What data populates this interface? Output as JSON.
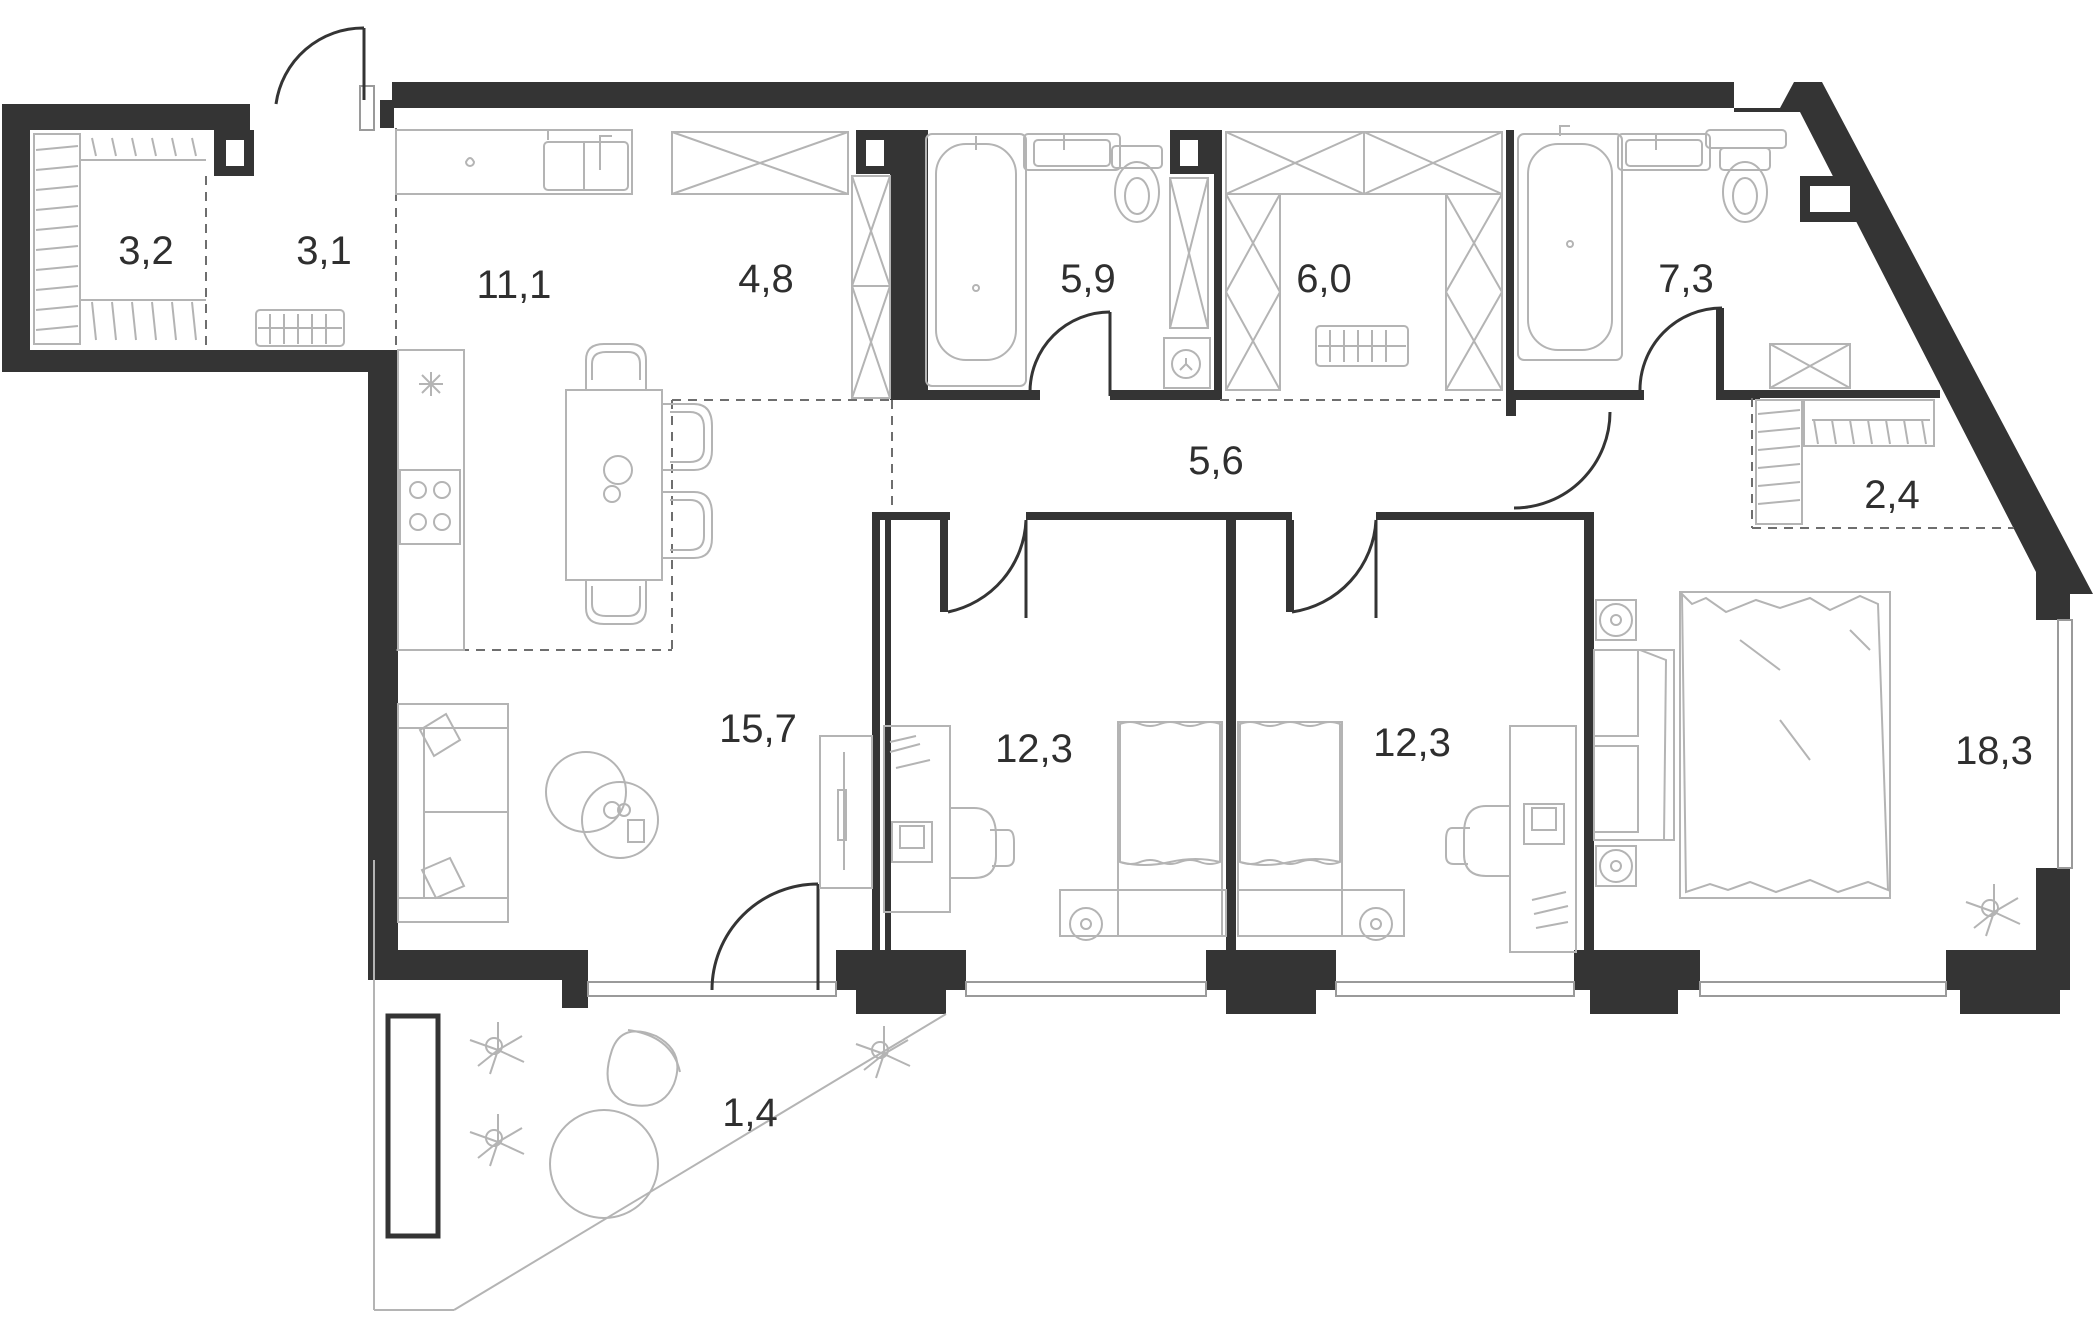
{
  "plan": {
    "rooms": [
      {
        "id": "storage",
        "area": "3,2"
      },
      {
        "id": "hall",
        "area": "3,1"
      },
      {
        "id": "kitchen",
        "area": "11,1"
      },
      {
        "id": "wardrobe",
        "area": "4,8"
      },
      {
        "id": "bathroom-1",
        "area": "5,9"
      },
      {
        "id": "laundry",
        "area": "6,0"
      },
      {
        "id": "bathroom-2",
        "area": "7,3"
      },
      {
        "id": "corridor",
        "area": "5,6"
      },
      {
        "id": "dressing",
        "area": "2,4"
      },
      {
        "id": "living",
        "area": "15,7"
      },
      {
        "id": "bedroom-1",
        "area": "12,3"
      },
      {
        "id": "bedroom-2",
        "area": "12,3"
      },
      {
        "id": "master-bedroom",
        "area": "18,3"
      },
      {
        "id": "balcony",
        "area": "1,4"
      }
    ],
    "icons": [
      "door-swing-icon",
      "bathtub-icon",
      "sink-icon",
      "toilet-icon",
      "bed-icon",
      "sofa-icon",
      "chair-icon",
      "table-icon",
      "stove-icon",
      "plant-icon",
      "shelves-icon",
      "radiator-icon",
      "desk-icon",
      "washer-icon"
    ],
    "colors": {
      "wall": "#343434",
      "furniture": "#b4b4b4",
      "zone_line": "#6e6e6e",
      "text": "#2f2f2f"
    }
  }
}
